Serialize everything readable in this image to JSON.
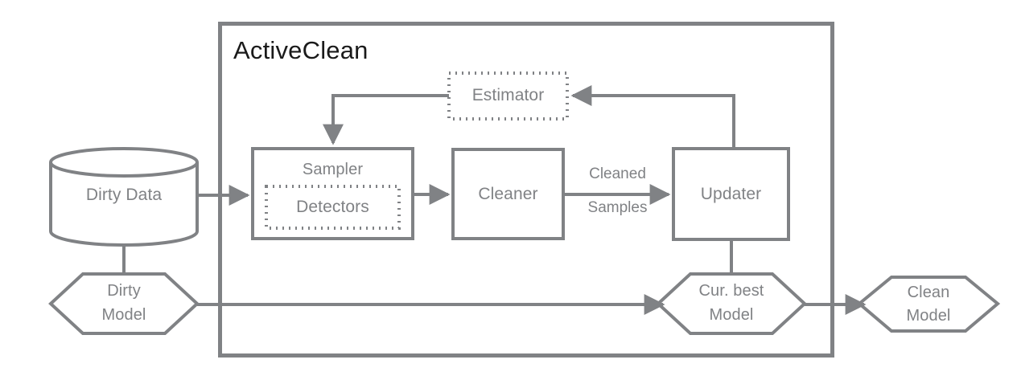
{
  "diagram": {
    "title": "ActiveClean",
    "palette": {
      "stroke": "#808285",
      "title_color": "#1a1a1a",
      "text": "#808285",
      "background": "#ffffff"
    },
    "container": {
      "name": "ActiveClean system boundary",
      "label": "ActiveClean"
    },
    "nodes": {
      "dirty_data": {
        "label": "Dirty Data",
        "shape": "cylinder"
      },
      "dirty_model": {
        "label": "Dirty Model",
        "line1": "Dirty",
        "line2": "Model",
        "shape": "hexagon"
      },
      "sampler": {
        "label": "Sampler",
        "shape": "rectangle"
      },
      "detectors": {
        "label": "Detectors",
        "shape": "dotted-rectangle"
      },
      "cleaner": {
        "label": "Cleaner",
        "shape": "rectangle"
      },
      "updater": {
        "label": "Updater",
        "shape": "rectangle"
      },
      "estimator": {
        "label": "Estimator",
        "shape": "dotted-rectangle"
      },
      "cur_best_model": {
        "label": "Cur. best Model",
        "line1": "Cur. best",
        "line2": "Model",
        "shape": "hexagon"
      },
      "clean_model": {
        "label": "Clean Model",
        "line1": "Clean",
        "line2": "Model",
        "shape": "hexagon"
      }
    },
    "edges": [
      {
        "from": "dirty_data",
        "to": "sampler",
        "label": ""
      },
      {
        "from": "sampler",
        "to": "cleaner",
        "label": ""
      },
      {
        "from": "cleaner",
        "to": "updater",
        "label": "Cleaned Samples",
        "line1": "Cleaned",
        "line2": "Samples"
      },
      {
        "from": "updater",
        "to": "estimator",
        "label": ""
      },
      {
        "from": "estimator",
        "to": "sampler",
        "label": ""
      },
      {
        "from": "updater",
        "to": "cur_best_model",
        "label": ""
      },
      {
        "from": "dirty_model",
        "to": "cur_best_model",
        "label": ""
      },
      {
        "from": "cur_best_model",
        "to": "clean_model",
        "label": ""
      },
      {
        "from": "dirty_data",
        "to": "dirty_model",
        "label": ""
      }
    ],
    "edge_labels": {
      "cleaned_samples_top": "Cleaned",
      "cleaned_samples_bottom": "Samples"
    }
  }
}
